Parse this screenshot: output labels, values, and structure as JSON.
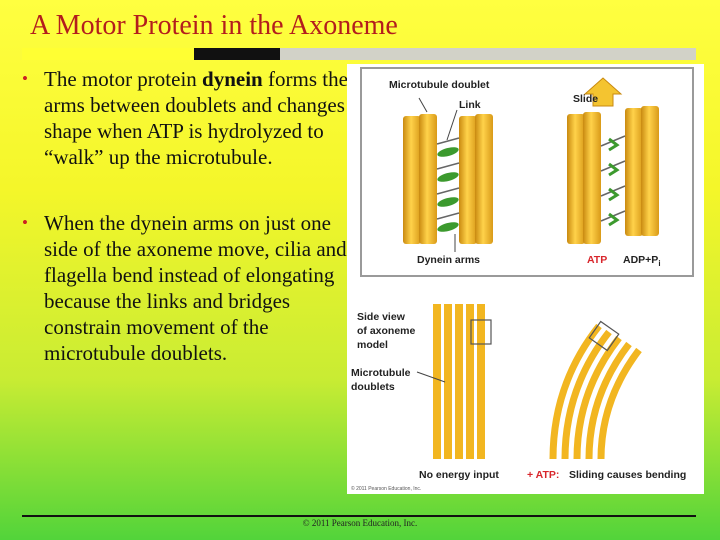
{
  "slide": {
    "title": "A Motor Protein in the Axoneme",
    "bullets": [
      {
        "pre": "The motor protein ",
        "bold": "dynein",
        "post": " forms the arms between doublets and changes shape when ATP is hydrolyzed to “walk” up the microtubule."
      },
      {
        "pre": "When the dynein arms on just one side of the axoneme move, cilia and flagella bend instead of elongating because the links and bridges constrain movement of the microtubule doublets.",
        "bold": "",
        "post": ""
      }
    ],
    "footer": "© 2011 Pearson Education, Inc."
  },
  "figure": {
    "microtubule_doublet": "Microtubule doublet",
    "link": "Link",
    "slide": "Slide",
    "dynein_arms": "Dynein arms",
    "atp": "ATP",
    "adp": "ADP+P",
    "adp_sub": "i",
    "side_view_1": "Side view",
    "side_view_2": "of axoneme",
    "side_view_3": "model",
    "mt_doublets_1": "Microtubule",
    "mt_doublets_2": "doublets",
    "no_energy": "No energy input",
    "plus_atp": "+ ATP:",
    "sliding": "Sliding causes bending",
    "copyright": "© 2011 Pearson Education, Inc.",
    "colors": {
      "tubule": "#f2b620",
      "tubule_dark": "#c98a10",
      "dynein": "#3c9a2e",
      "arrow_red": "#d8262c"
    }
  }
}
